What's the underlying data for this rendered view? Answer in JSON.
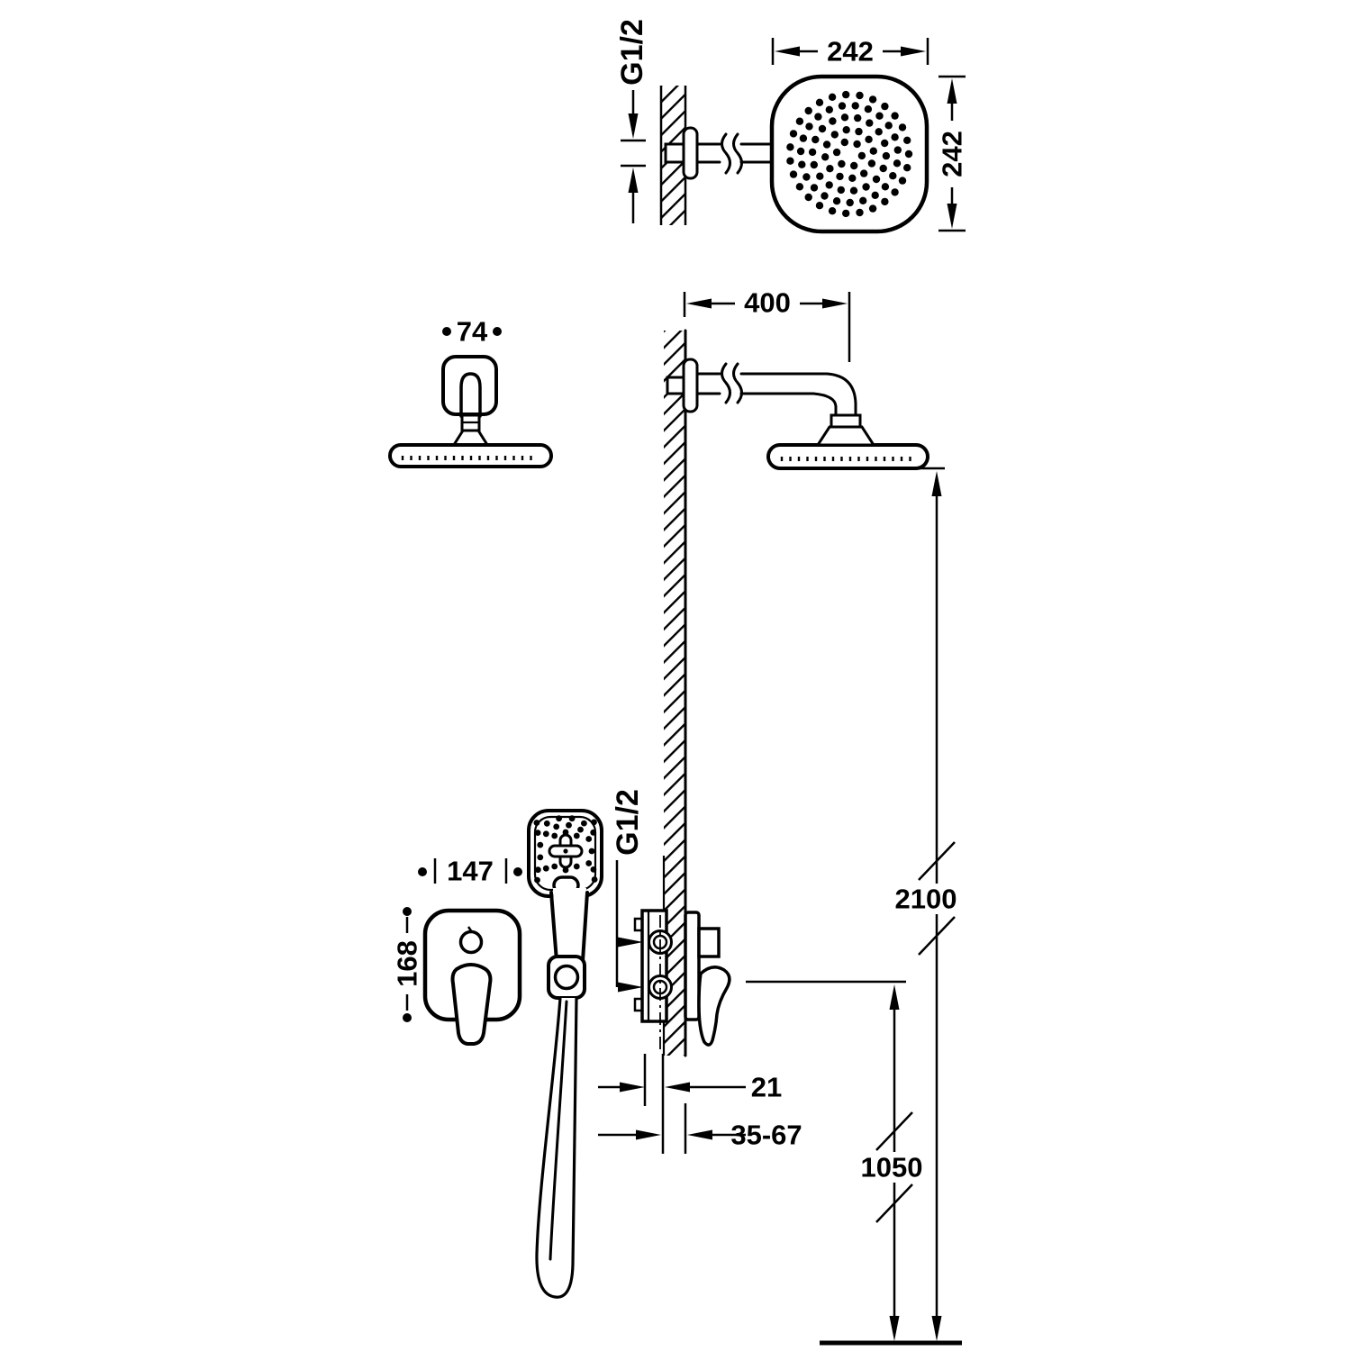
{
  "page": {
    "background": "#ffffff",
    "ink": "#000000"
  },
  "figures": {
    "overhead_shower_front": {
      "thread_label": "G1/2",
      "width_mm": "242",
      "height_mm": "242"
    },
    "overhead_shower_top": {
      "escutcheon_width_mm": "74"
    },
    "overhead_shower_side": {
      "arm_projection_mm": "400"
    },
    "mixer_plate_front": {
      "plate_width_mm": "147",
      "plate_height_mm": "168"
    },
    "hand_shower": {
      "thread_label": "G1/2"
    },
    "installation": {
      "plaster_min_mm": "21",
      "embed_depth_range_mm": "35-67",
      "mixer_height_mm": "1050",
      "head_height_mm": "2100"
    }
  }
}
